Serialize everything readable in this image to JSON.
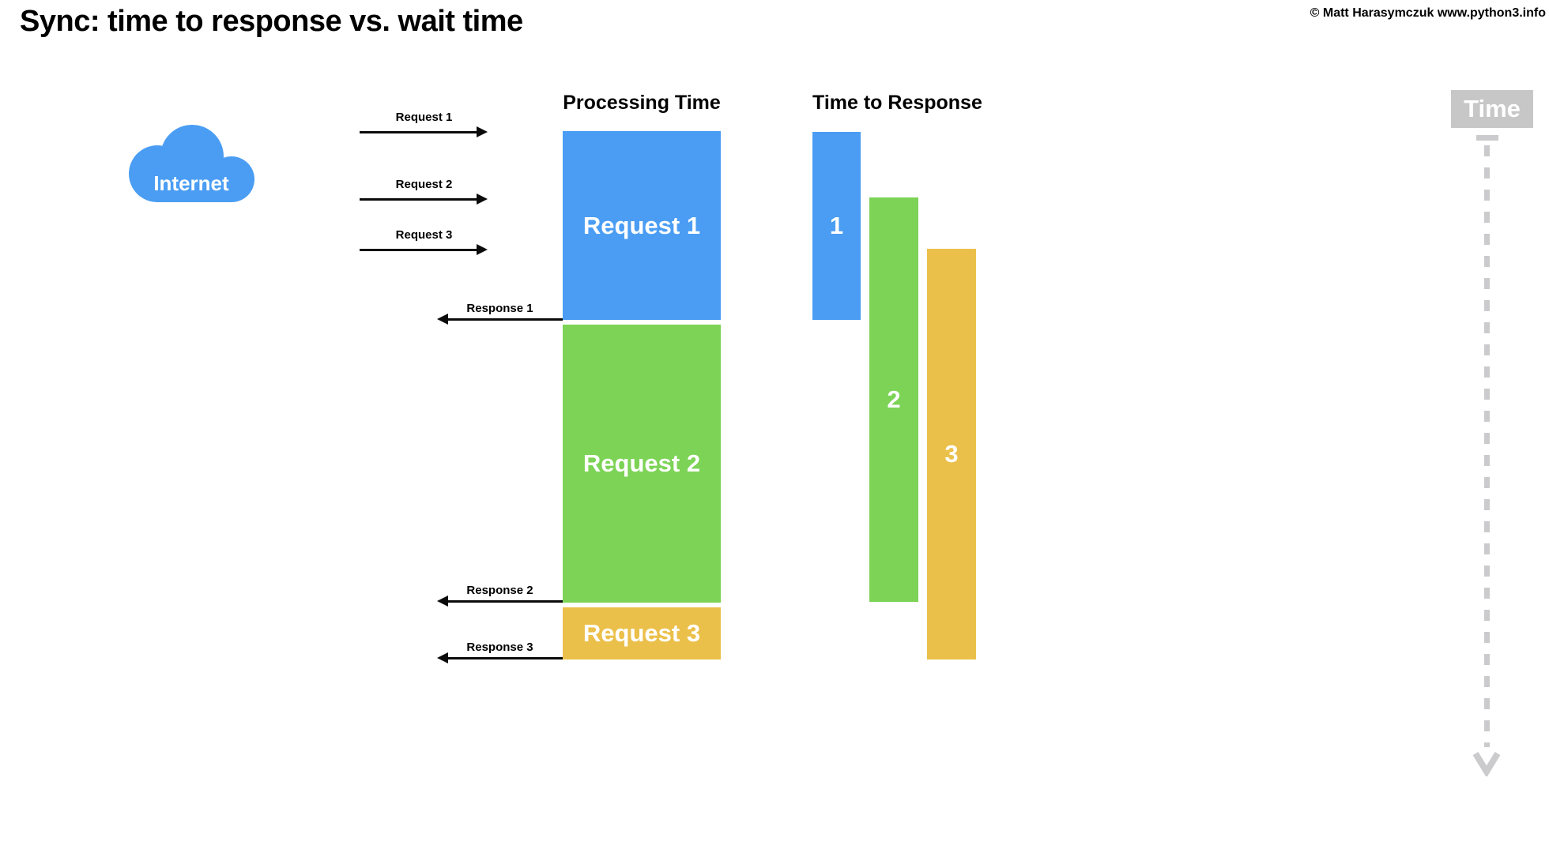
{
  "title": "Sync: time to response vs. wait time",
  "copyright": "© Matt Harasymczuk www.python3.info",
  "internet": {
    "label": "Internet"
  },
  "request_arrows": [
    {
      "label": "Request 1"
    },
    {
      "label": "Request 2"
    },
    {
      "label": "Request 3"
    }
  ],
  "response_arrows": [
    {
      "label": "Response 1"
    },
    {
      "label": "Response 2"
    },
    {
      "label": "Response 3"
    }
  ],
  "processing": {
    "header": "Processing Time",
    "bars": [
      {
        "label": "Request 1",
        "color": "#4A9DF3"
      },
      {
        "label": "Request 2",
        "color": "#7CD355"
      },
      {
        "label": "Request 3",
        "color": "#EBC04A"
      }
    ]
  },
  "time_to_response": {
    "header": "Time to Response",
    "bars": [
      {
        "label": "1",
        "color": "#4A9DF3"
      },
      {
        "label": "2",
        "color": "#7CD355"
      },
      {
        "label": "3",
        "color": "#EBC04A"
      }
    ]
  },
  "time_axis": {
    "label": "Time"
  },
  "colors": {
    "blue": "#4A9DF3",
    "green": "#7CD355",
    "yellow": "#EBC04A",
    "gray_box": "#C7C7C7",
    "gray_dash": "#CBCBCD",
    "arrow_black": "#0B0B0B"
  }
}
